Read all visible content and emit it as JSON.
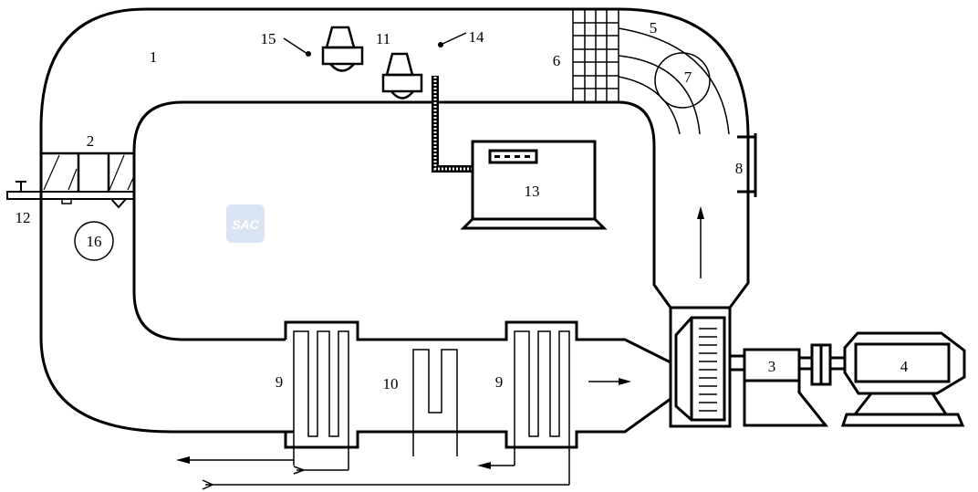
{
  "diagram": {
    "labels": {
      "wind_tunnel": "1",
      "flow_straightener": "2",
      "speed_reducer": "3",
      "motor": "4",
      "guide_vanes": "5",
      "honeycomb": "6",
      "corner_point": "7",
      "access_port": "8",
      "heat_exchanger_left": "9",
      "heater": "10",
      "sensor": "11",
      "probe_bar": "12",
      "controller": "13",
      "point_14": "14",
      "point_15": "15",
      "point_16": "16",
      "heat_exchanger_right": "9"
    },
    "watermark": "SAC",
    "colors": {
      "line": "#000000",
      "watermark": "#c9d6ea"
    }
  }
}
